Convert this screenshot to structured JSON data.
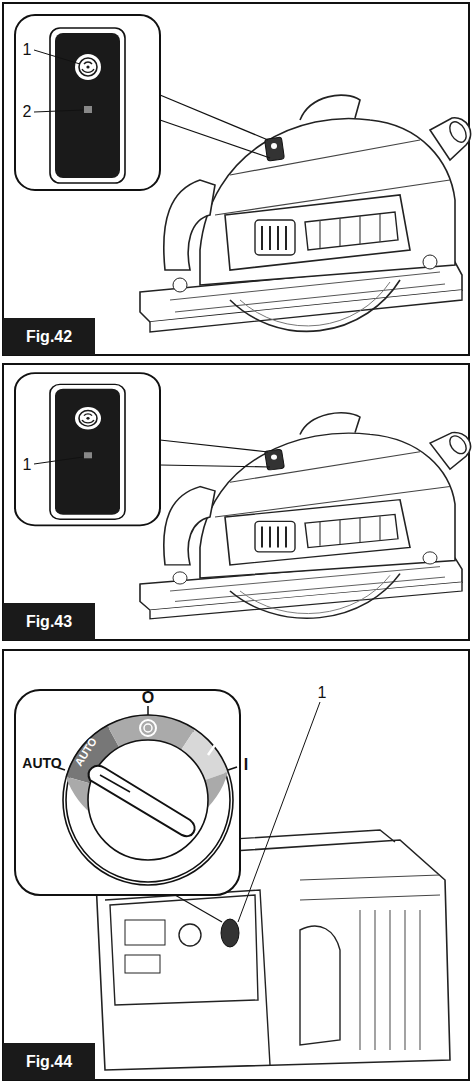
{
  "diagram": {
    "labels": [
      "1",
      "2",
      "Fig.42",
      "1",
      "Fig.43",
      "AUTO",
      "O",
      "I",
      "AUTO",
      "1",
      "Fig.44"
    ]
  }
}
